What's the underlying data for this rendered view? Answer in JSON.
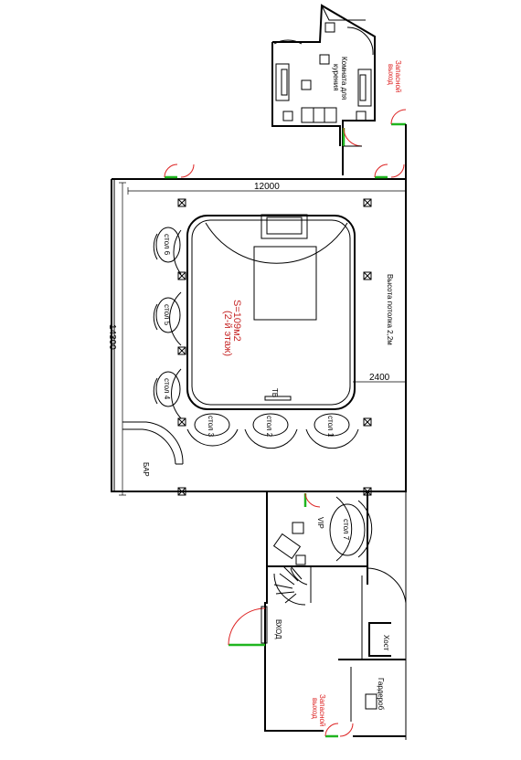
{
  "colors": {
    "wall": "#000000",
    "door_arc": "#dd2222",
    "door_leaf": "#1fb51f",
    "area_text": "#c62828"
  },
  "smoking_room": {
    "label_line1": "Комната для",
    "label_line2": "курения"
  },
  "exits": {
    "emergency_top_line1": "Запасной",
    "emergency_top_line2": "выход",
    "emergency_bottom_line1": "Запасной",
    "emergency_bottom_line2": "выход"
  },
  "dimensions": {
    "width": "12000",
    "length": "14300",
    "inner": "2400"
  },
  "hall": {
    "area": "S=109м2",
    "floor": "(2-й этаж)",
    "ceiling": "Высота потолка 2,2м",
    "tv": "ТВ"
  },
  "tables": {
    "t1": "стол 1",
    "t2": "стол 2",
    "t3": "стол 3",
    "t4": "стол 4",
    "t5": "стол 5",
    "t6": "стол 6",
    "t7": "стол 7"
  },
  "rooms": {
    "bar": "БАР",
    "vip": "VIP",
    "entrance": "ВХОД",
    "host": "Хост",
    "wardrobe": "Гардероб"
  }
}
